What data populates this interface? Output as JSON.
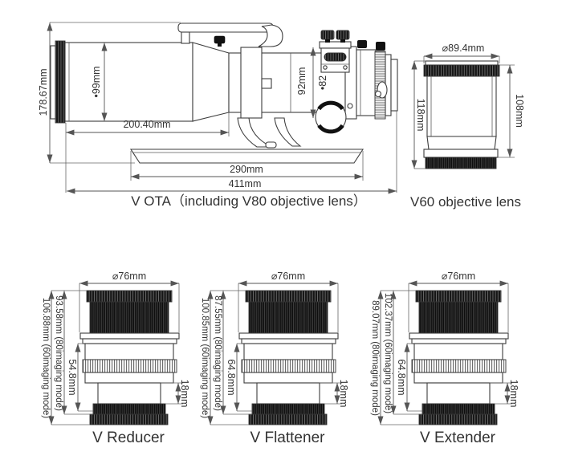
{
  "page": {
    "background": "#ffffff",
    "line_color": "#555555",
    "text_color": "#333333"
  },
  "ota": {
    "caption": "V OTA（including V80 objective lens）",
    "dims": {
      "total_height": "178.67mm",
      "dew_shield_diameter": "•99mm",
      "front_length": "200.40mm",
      "tube_diameter": "92mm",
      "drawtube_diameter": "•82",
      "dovetail_length": "290mm",
      "total_length": "411mm"
    }
  },
  "v60": {
    "caption": "V60 objective lens",
    "dims": {
      "diameter": "⌀89.4mm",
      "total_height": "118mm",
      "body_height": "108mm"
    }
  },
  "lenses": [
    {
      "caption": "V Reducer",
      "diameter": "⌀76mm",
      "length_outer": "106.88mm (60imaging mode)",
      "length_inner": "93.58mm (80imaging mode)",
      "body_length": "54.8mm",
      "tip_length": "18mm"
    },
    {
      "caption": "V Flattener",
      "diameter": "⌀76mm",
      "length_outer": "100.85mm (60imaging mode)",
      "length_inner": "87.55mm (80imaging mode)",
      "body_length": "64.8mm",
      "tip_length": "18mm"
    },
    {
      "caption": "V Extender",
      "diameter": "⌀76mm",
      "length_outer": "89.07mm (80imaging mode)",
      "length_inner": "102.37mm (60imaging mode)",
      "body_length": "64.8mm",
      "tip_length": "18mm"
    }
  ]
}
